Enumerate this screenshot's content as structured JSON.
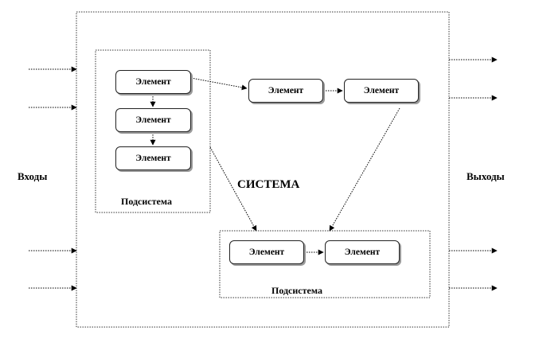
{
  "diagram": {
    "inputs_label": "Входы",
    "outputs_label": "Выходы",
    "system_label": "СИСТЕМА",
    "subsystem_1": {
      "label": "Подсистема",
      "elements": [
        "Элемент",
        "Элемент",
        "Элемент"
      ]
    },
    "external_elements": [
      "Элемент",
      "Элемент"
    ],
    "subsystem_2": {
      "label": "Подсистема",
      "elements": [
        "Элемент",
        "Элемент"
      ]
    }
  }
}
